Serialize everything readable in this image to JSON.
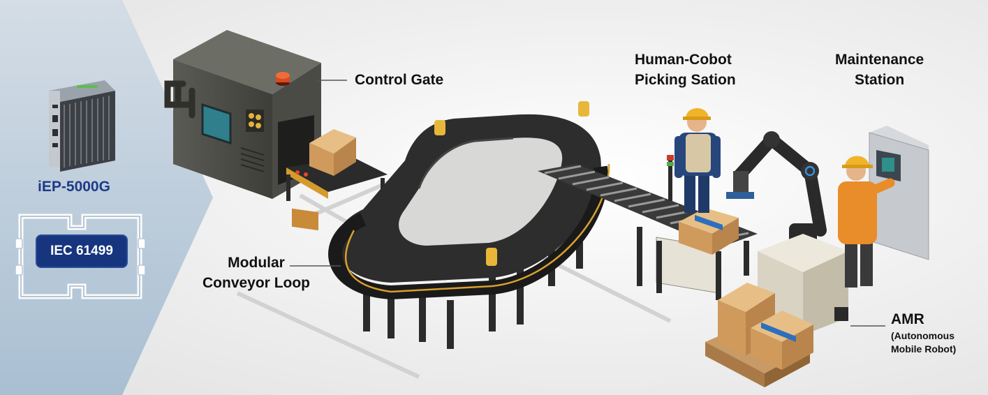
{
  "side_panel": {
    "device_name": "iEP-5000G",
    "standard_badge": "IEC 61499"
  },
  "callouts": {
    "control_gate": "Control Gate",
    "conveyor_loop": [
      "Modular",
      "Conveyor Loop"
    ],
    "picking_station": [
      "Human-Cobot",
      "Picking Sation"
    ],
    "maintenance_station": [
      "Maintenance",
      "Station"
    ],
    "amr_title": "AMR",
    "amr_detail": [
      "(Autonomous",
      "Mobile Robot)"
    ]
  },
  "colors": {
    "panel_blue": "#16357e",
    "title_blue": "#1d3b86",
    "conveyor_black": "#2b2b2b",
    "accent_yellow": "#e3b23c",
    "box_brown": "#d9a86a",
    "tape_blue": "#2d6fbf",
    "helmet_yellow": "#f0b429"
  }
}
